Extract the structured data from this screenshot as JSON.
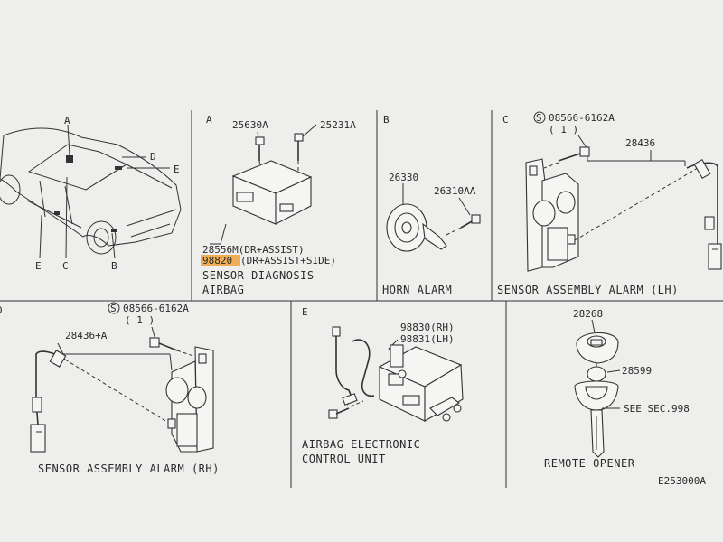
{
  "panels": {
    "vehicle": {
      "callouts": [
        "A",
        "B",
        "C",
        "D",
        "E",
        "E"
      ]
    },
    "a": {
      "tag": "A",
      "parts": [
        "25630A",
        "25231A"
      ],
      "note_1": "28556M(DR+ASSIST)",
      "note_2_code": "98820",
      "note_2_rest": "(DR+ASSIST+SIDE)",
      "caption_1": "SENSOR DIAGNOSIS",
      "caption_2": "AIRBAG"
    },
    "b": {
      "tag": "B",
      "parts": [
        "26330",
        "26310AA"
      ],
      "caption": "HORN ALARM"
    },
    "c": {
      "tag": "C",
      "bolt_symbol": "S",
      "bolt_part": "08566-6162A",
      "bolt_qty": "( 1 )",
      "part": "28436",
      "caption": "SENSOR ASSEMBLY ALARM (LH)"
    },
    "d": {
      "tag": "D",
      "bolt_symbol": "S",
      "bolt_part": "08566-6162A",
      "bolt_qty": "( 1 )",
      "part": "28436+A",
      "caption": "SENSOR ASSEMBLY ALARM (RH)"
    },
    "e": {
      "tag": "E",
      "part_1": "98830(RH)",
      "part_2": "98831(LH)",
      "caption_1": "AIRBAG ELECTRONIC",
      "caption_2": "CONTROL UNIT"
    },
    "remote": {
      "part_1": "28268",
      "part_2": "28599",
      "ref": "SEE SEC.998",
      "caption": "REMOTE OPENER"
    }
  },
  "diagram_code": "E253000A"
}
